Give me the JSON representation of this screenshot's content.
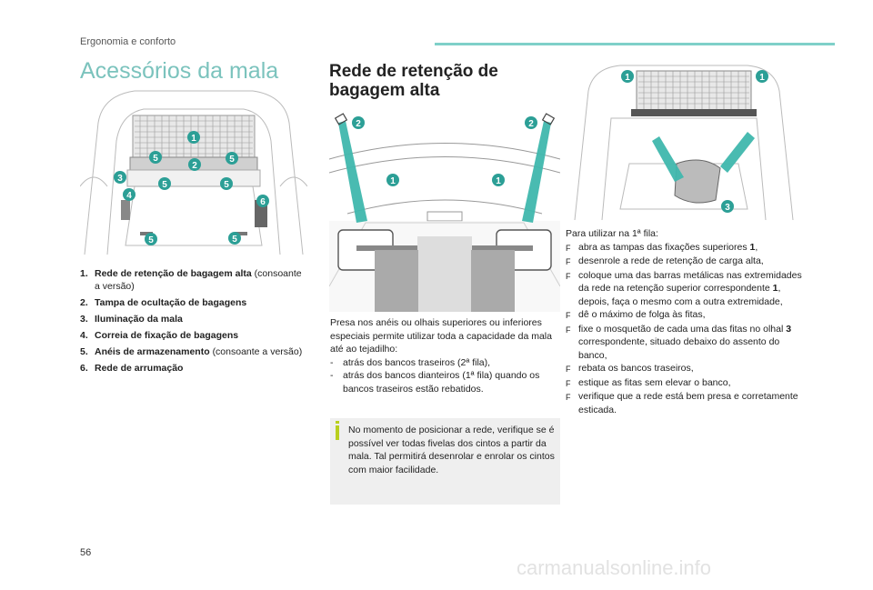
{
  "header": {
    "section": "Ergonomia e conforto"
  },
  "colors": {
    "accent": "#7fd0c9",
    "badge": "#2c9f96",
    "arrow": "#3fb7ad",
    "note_bar": "#b9cf1e"
  },
  "page_number": "56",
  "watermark": "carmanualsonline.info",
  "left": {
    "title": "Acessórios da mala",
    "figure_badges": [
      "1",
      "2",
      "3",
      "4",
      "5",
      "5",
      "5",
      "5",
      "5",
      "5",
      "6"
    ],
    "legend": [
      {
        "num": "1.",
        "title": "Rede de retenção de bagagem alta",
        "suffix": "(consoante a versão)"
      },
      {
        "num": "2.",
        "title": "Tampa de ocultação de bagagens",
        "suffix": ""
      },
      {
        "num": "3.",
        "title": "Iluminação da mala",
        "suffix": ""
      },
      {
        "num": "4.",
        "title": "Correia de fixação de bagagens",
        "suffix": ""
      },
      {
        "num": "5.",
        "title": "Anéis de armazenamento",
        "suffix": "(consoante a versão)"
      },
      {
        "num": "6.",
        "title": "Rede de arrumação",
        "suffix": ""
      }
    ]
  },
  "middle": {
    "title": "Rede de retenção de bagagem alta",
    "figure_badges": [
      "2",
      "2",
      "1",
      "1"
    ],
    "intro": "Presa nos anéis ou olhais superiores ou inferiores especiais permite utilizar toda a capacidade da mala até ao tejadilho:",
    "dash_items": [
      "atrás dos bancos traseiros (2ª fila),",
      "atrás dos bancos dianteiros (1ª fila) quando os bancos traseiros estão rebatidos."
    ],
    "note": "No momento de posicionar a rede, verifique se é possível ver todas fivelas dos cintos a partir da mala. Tal permitirá desenrolar e enrolar os cintos com maior facilidade."
  },
  "right": {
    "figure_badges": [
      "1",
      "1",
      "3"
    ],
    "intro": "Para utilizar na 1ª fila:",
    "bullet_glyph": "F",
    "steps": [
      [
        "abra as tampas das fixações superiores ",
        "1",
        ","
      ],
      [
        "desenrole a rede de retenção de carga alta,",
        "",
        ""
      ],
      [
        "coloque uma das barras metálicas nas extremidades da rede na retenção superior correspondente ",
        "1",
        ", depois, faça o mesmo com a outra extremidade,"
      ],
      [
        "dê o máximo de folga às fitas,",
        "",
        ""
      ],
      [
        "fixe o mosquetão de cada uma das fitas no olhal ",
        "3",
        " correspondente, situado debaixo do assento do banco,"
      ],
      [
        "rebata os bancos traseiros,",
        "",
        ""
      ],
      [
        "estique as fitas sem elevar o banco,",
        "",
        ""
      ],
      [
        "verifique que a rede está bem presa e corretamente esticada.",
        "",
        ""
      ]
    ]
  }
}
